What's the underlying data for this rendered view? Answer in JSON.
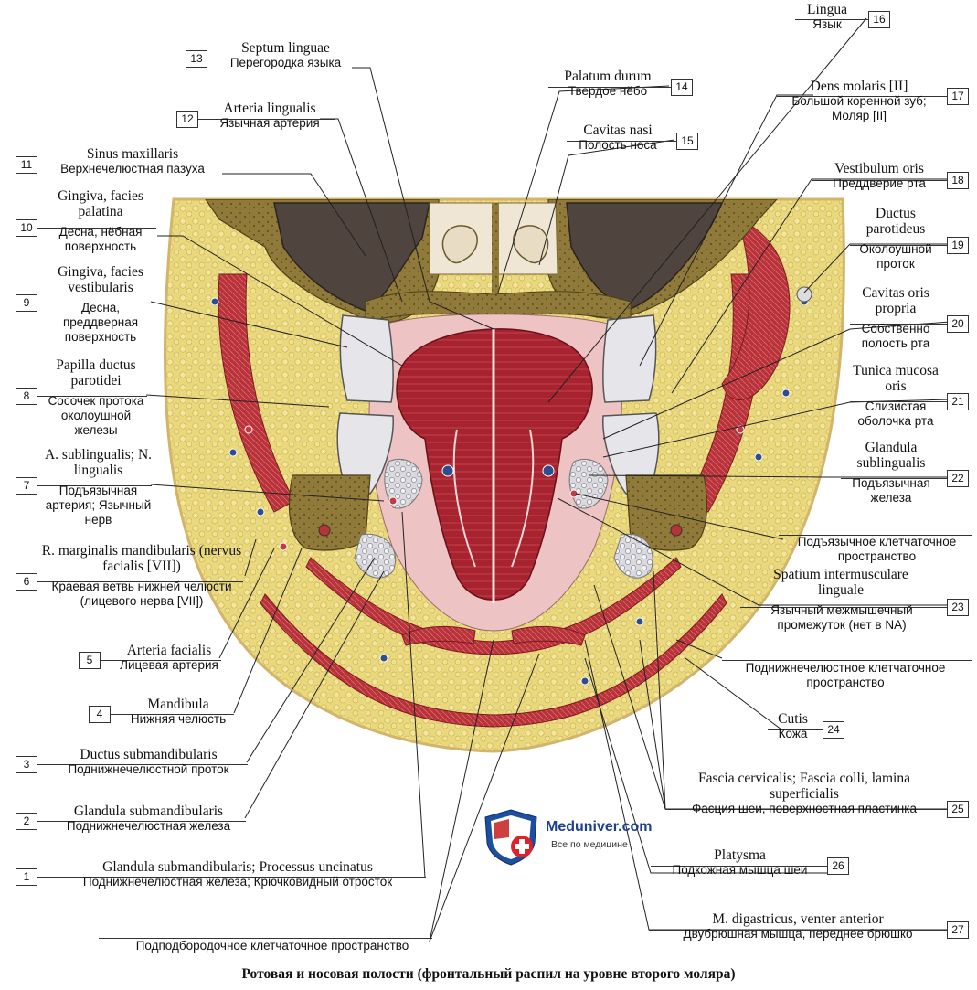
{
  "caption": "Ротовая и носовая полости (фронтальный распил на уровне второго моляра)",
  "logo": {
    "name": "Meduniver.com",
    "tagline": "Все по медицине",
    "colors": {
      "shield_blue": "#1d4fa0",
      "cross_red": "#e0202a"
    }
  },
  "colors": {
    "fat": "#e8d77a",
    "bone": "#8f7a3a",
    "muscle": "#b8323a",
    "tongue": "#9e1f2c",
    "sinus": "#5a4e47",
    "mucosa": "#e9b7b7",
    "tooth": "#e4e2e6"
  },
  "labels_left": [
    {
      "num": "13",
      "la": "Septum linguae",
      "ru": "Перегородка языка"
    },
    {
      "num": "12",
      "la": "Arteria lingualis",
      "ru": "Язычная артерия"
    },
    {
      "num": "11",
      "la": "Sinus maxillaris",
      "ru": "Верхнечелюстная пазуха"
    },
    {
      "num": "10",
      "la": "Gingiva, facies palatina",
      "ru": "Десна, нёбная поверхность"
    },
    {
      "num": "9",
      "la": "Gingiva, facies vestibularis",
      "ru": "Десна, преддверная поверхность"
    },
    {
      "num": "8",
      "la": "Papilla ductus parotidei",
      "ru": "Сосочек протока околоушной железы"
    },
    {
      "num": "7",
      "la": "A. sublingualis; N. lingualis",
      "ru": "Подъязычная артерия; Язычный нерв"
    },
    {
      "num": "6",
      "la": "R. marginalis mandibularis (nervus facialis [VII])",
      "ru": "Краевая ветвь нижней челюсти (лицевого нерва [VII])"
    },
    {
      "num": "5",
      "la": "Arteria facialis",
      "ru": "Лицевая артерия"
    },
    {
      "num": "4",
      "la": "Mandibula",
      "ru": "Нижняя челюсть"
    },
    {
      "num": "3",
      "la": "Ductus submandibularis",
      "ru": "Поднижнечелюстной проток"
    },
    {
      "num": "2",
      "la": "Glandula submandibularis",
      "ru": "Поднижнечелюстная железа"
    },
    {
      "num": "1",
      "la": "Glandula submandibularis; Processus uncinatus",
      "ru": "Поднижнечелюстная железа; Крючковидный отросток"
    }
  ],
  "labels_right": [
    {
      "num": "16",
      "la": "Lingua",
      "ru": "Язык"
    },
    {
      "num": "14",
      "la": "Palatum durum",
      "ru": "Твердое нёбо"
    },
    {
      "num": "15",
      "la": "Cavitas nasi",
      "ru": "Полость носа"
    },
    {
      "num": "17",
      "la": "Dens molaris [II]",
      "ru": "Большой коренной зуб; Моляр [II]"
    },
    {
      "num": "18",
      "la": "Vestibulum oris",
      "ru": "Преддверие рта"
    },
    {
      "num": "19",
      "la": "Ductus parotideus",
      "ru": "Околоушной проток"
    },
    {
      "num": "20",
      "la": "Cavitas oris propria",
      "ru": "Собственно полость рта"
    },
    {
      "num": "21",
      "la": "Tunica mucosa oris",
      "ru": "Слизистая оболочка рта"
    },
    {
      "num": "22",
      "la": "Glandula sublingualis",
      "ru": "Подъязычная железа"
    },
    {
      "num": "23",
      "la": "Spatium intermusculare linguale",
      "ru": "Язычный межмышечный промежуток (нет в NA)"
    },
    {
      "num": "24",
      "la": "Cutis",
      "ru": "Кожа"
    },
    {
      "num": "25",
      "la": "Fascia cervicalis; Fascia colli, lamina superficialis",
      "ru": "Фасция шеи, поверхностная пластинка"
    },
    {
      "num": "26",
      "la": "Platysma",
      "ru": "Подкожная мышца шеи"
    },
    {
      "num": "27",
      "la": "M. digastricus, venter anterior",
      "ru": "Двубрюшная мышца, переднее брюшко"
    }
  ],
  "labels_extra": [
    {
      "ru": "Подъязычное клетчаточное пространство"
    },
    {
      "ru": "Поднижнечелюстное клетчаточное пространство"
    },
    {
      "ru": "Подподбородочное клетчаточное пространство"
    }
  ]
}
